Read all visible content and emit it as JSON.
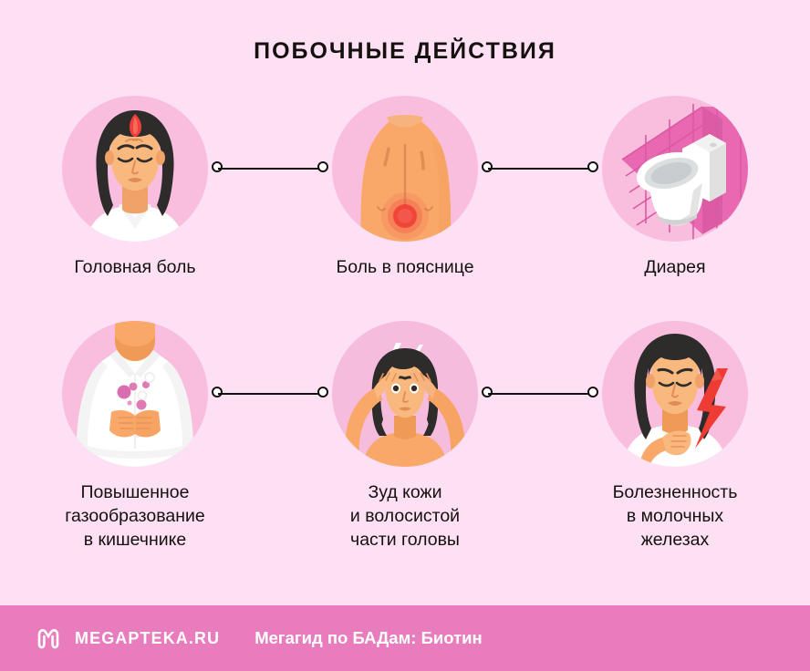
{
  "header": {
    "title": "ПОБОЧНЫЕ ДЕЙСТВИЯ"
  },
  "colors": {
    "background": "#fde0f3",
    "circle": "#f9bede",
    "footer_bar": "#e87cbc",
    "text": "#14110f",
    "footer_text": "#ffffff",
    "pain_red": "#ef3e3e",
    "skin": "#f9a869",
    "hair": "#2e2b2b",
    "shirt": "#ffffff"
  },
  "rows": [
    {
      "items": [
        {
          "icon": "woman-headache-icon",
          "caption_lines": [
            "Головная боль"
          ]
        },
        {
          "icon": "lower-back-pain-icon",
          "caption_lines": [
            "Боль в пояснице"
          ]
        },
        {
          "icon": "toilet-icon",
          "caption_lines": [
            "Диарея"
          ]
        }
      ]
    },
    {
      "items": [
        {
          "icon": "bloated-abdomen-icon",
          "caption_lines": [
            "Повышенное",
            "газообразование",
            "в кишечнике"
          ]
        },
        {
          "icon": "scalp-itch-icon",
          "caption_lines": [
            "Зуд кожи",
            "и волосистой",
            "части головы"
          ]
        },
        {
          "icon": "breast-tenderness-icon",
          "caption_lines": [
            "Болезненность",
            "в молочных",
            "железах"
          ]
        }
      ]
    }
  ],
  "footer": {
    "logo": "megapteka-m-logo-icon",
    "brand": "MEGAPTEKA.RU",
    "subtitle": "Мегагид по БАДам: Биотин"
  }
}
